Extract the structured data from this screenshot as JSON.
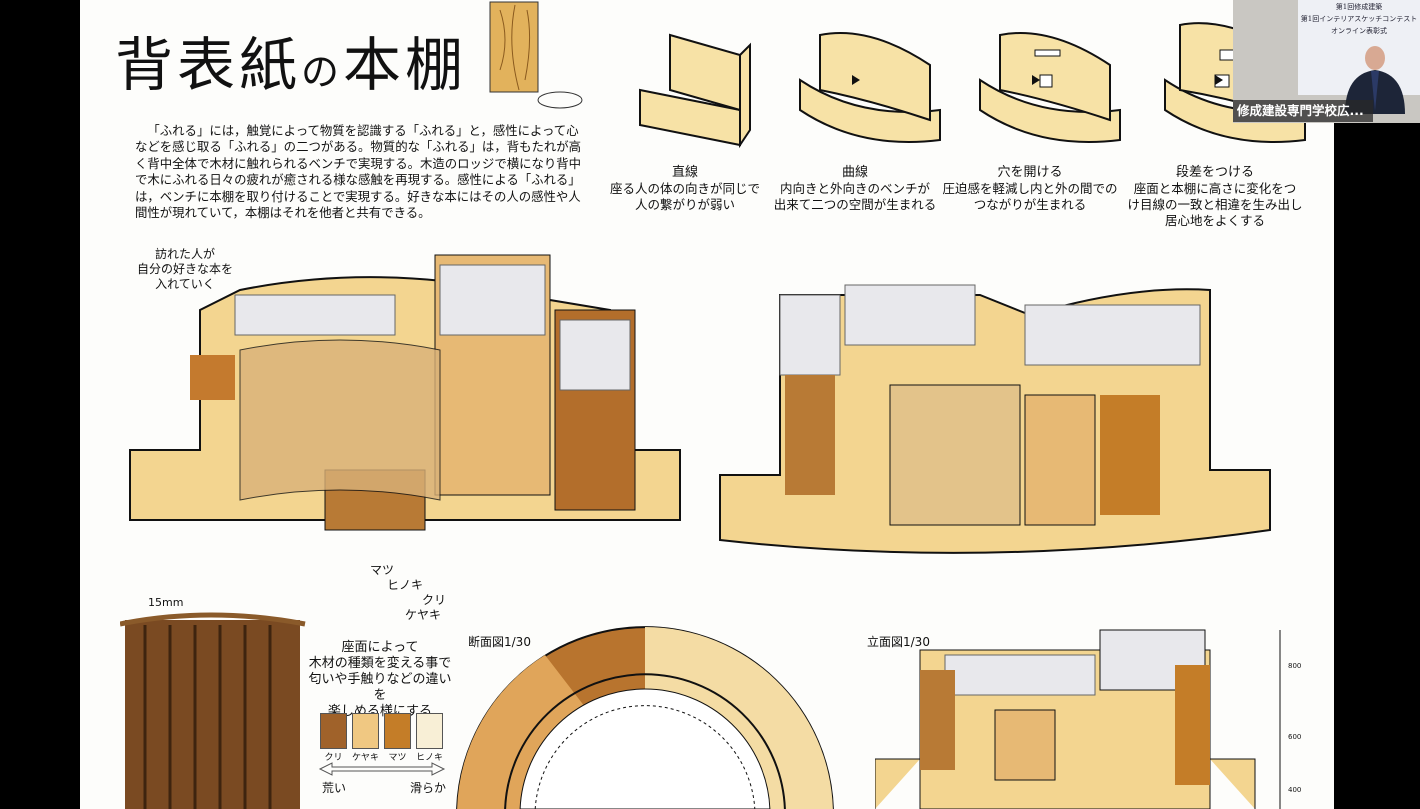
{
  "board": {
    "title_main": "背表紙",
    "title_no": "の",
    "title_end": "本棚",
    "intro": "「ふれる」には，触覚によって物質を認識する「ふれる」と，感性によって心などを感じ取る「ふれる」の二つがある。物質的な「ふれる」は，背もたれが高く背中全体で木材に触れられるベンチで実現する。木造のロッジで横になり背中で木にふれる日々の疲れが癒される様な感触を再現する。感性による「ふれる」は，ベンチに本棚を取り付けることで実現する。好きな本にはその人の感性や人間性が現れていて，本棚はそれを他者と共有できる。",
    "steps": [
      {
        "title": "直線",
        "line1": "座る人の体の向きが同じで",
        "line2": "人の繋がりが弱い",
        "line3": ""
      },
      {
        "title": "曲線",
        "line1": "内向きと外向きのベンチが",
        "line2": "出来て二つの空間が生まれる",
        "line3": ""
      },
      {
        "title": "穴を開ける",
        "line1": "圧迫感を軽減し内と外の間での",
        "line2": "つながりが生まれる",
        "line3": ""
      },
      {
        "title": "段差をつける",
        "line1": "座面と本棚に高さに変化をつ",
        "line2": "け目線の一致と相違を生み出し",
        "line3": "居心地をよくする"
      }
    ],
    "visitor_note": [
      "訪れた人が",
      "自分の好きな本を",
      "入れていく"
    ],
    "wood_labels": [
      "マツ",
      "ヒノキ",
      "クリ",
      "ケヤキ"
    ],
    "curtain_dim": "15mm",
    "seat_note": [
      "座面によって",
      "木材の種類を変える事で",
      "匂いや手触りなどの違いを",
      "楽しめる様にする"
    ],
    "swatches": [
      {
        "name": "クリ",
        "color": "#a0622a"
      },
      {
        "name": "ケヤキ",
        "color": "#f0c882"
      },
      {
        "name": "マツ",
        "color": "#c47d28"
      },
      {
        "name": "ヒノキ",
        "color": "#f8efd6"
      }
    ],
    "scale_rough": "荒い",
    "scale_smooth": "滑らか",
    "section_title": "断面図1/30",
    "elevation_title": "立面図1/30",
    "dims": [
      "800",
      "600",
      "400"
    ]
  },
  "webcam": {
    "slide_line1": "第1回修成建築",
    "slide_line2": "第1回インテリアスケッチコンテスト",
    "slide_line3": "オンライン表彰式",
    "participant_name": "修成建設専門学校広..."
  }
}
